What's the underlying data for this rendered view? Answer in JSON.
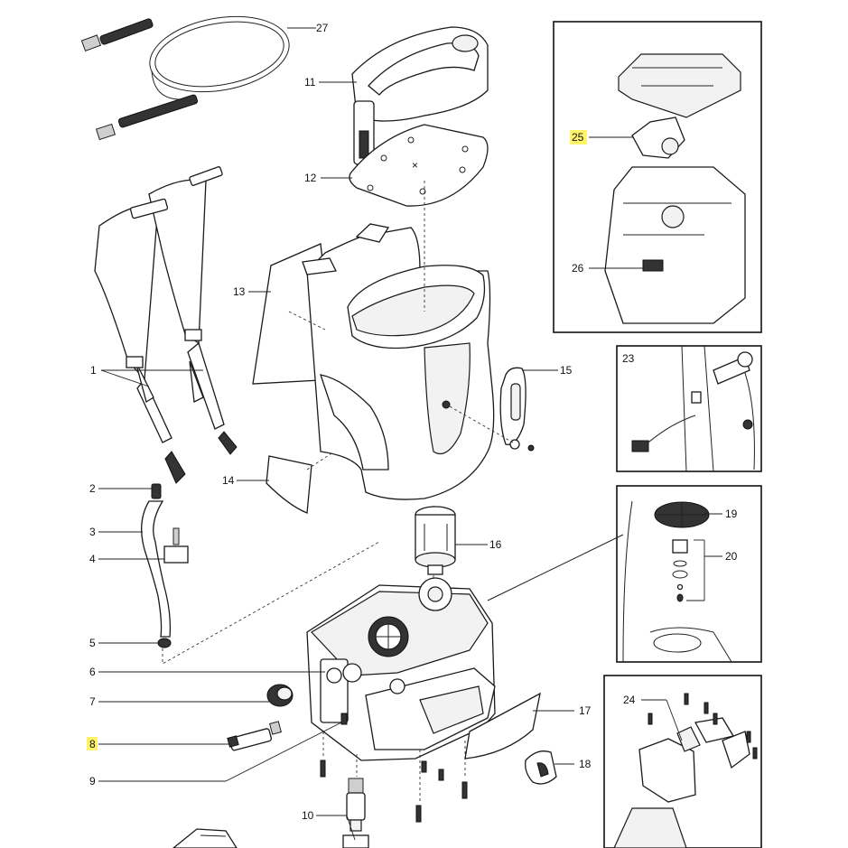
{
  "diagram": {
    "callouts": [
      {
        "id": "c1",
        "label": "1"
      },
      {
        "id": "c2",
        "label": "2"
      },
      {
        "id": "c3",
        "label": "3"
      },
      {
        "id": "c4",
        "label": "4"
      },
      {
        "id": "c5",
        "label": "5"
      },
      {
        "id": "c6",
        "label": "6"
      },
      {
        "id": "c7",
        "label": "7"
      },
      {
        "id": "c8",
        "label": "8",
        "highlighted": true
      },
      {
        "id": "c9",
        "label": "9"
      },
      {
        "id": "c10",
        "label": "10"
      },
      {
        "id": "c11",
        "label": "11"
      },
      {
        "id": "c12",
        "label": "12"
      },
      {
        "id": "c13",
        "label": "13"
      },
      {
        "id": "c14",
        "label": "14"
      },
      {
        "id": "c15",
        "label": "15"
      },
      {
        "id": "c16",
        "label": "16"
      },
      {
        "id": "c17",
        "label": "17"
      },
      {
        "id": "c18",
        "label": "18"
      },
      {
        "id": "c19",
        "label": "19"
      },
      {
        "id": "c20",
        "label": "20"
      },
      {
        "id": "c23",
        "label": "23"
      },
      {
        "id": "c24",
        "label": "24"
      },
      {
        "id": "c25",
        "label": "25",
        "highlighted": true
      },
      {
        "id": "c26",
        "label": "26"
      },
      {
        "id": "c27",
        "label": "27"
      }
    ],
    "highlight_color": "#fff36a"
  }
}
